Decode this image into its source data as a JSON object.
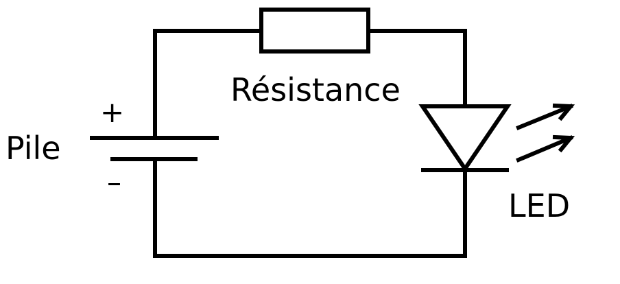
{
  "diagram": {
    "labels": {
      "battery": "Pile",
      "resistor": "Résistance",
      "led": "LED",
      "plus": "+",
      "minus": "–"
    },
    "colors": {
      "stroke": "#000000",
      "background": "#ffffff"
    }
  }
}
